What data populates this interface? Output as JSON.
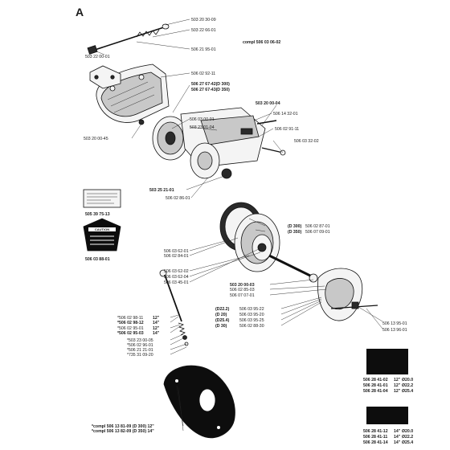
{
  "section_letter": "A",
  "labels": {
    "p1": "503 20 30-09",
    "p2": "503 22 66-01",
    "p3": "506 21 95-01",
    "p4": "503 22 00-01",
    "p5": "compl 506 03 06-02",
    "p6": "506 02 92-11",
    "p7": "506 27 67-42(D 300)",
    "p8": "506 27 67-43(D 350)",
    "p9": "503 20 00-04",
    "p10": "506 14 32-01",
    "p11": "506 03 00-01",
    "p12": "503 23 01-04",
    "p13": "506 02 91-11",
    "p14": "503 20 00-45",
    "p15": "506 03 32-02",
    "p16": "503 25 21-01",
    "p17": "506 02 86-01",
    "p18": "505 39 75-13",
    "p19": "506 03 88-01",
    "p20a": "(D 300)",
    "p20b": "506 02 87-01",
    "p21a": "(D 350)",
    "p21b": "506 07 09-01",
    "p22": "506 03 62-01",
    "p23": "506 02 84-01",
    "p24": "506 03 62-02",
    "p25": "506 03 62-04",
    "p26": "506 03 45-01",
    "p27": "503 20 00-03",
    "p28": "506 02 85-03",
    "p29": "506 07 07-01",
    "p30a": "(D22.2)",
    "p30b": "506 03 95-22",
    "p31a": "(D 20)",
    "p31b": "506 03 95-20",
    "p32a": "(D25.4)",
    "p32b": "506 03 95-25",
    "p33a": "(D 30)",
    "p33b": "506 02 88-30",
    "p34a": "*506 02 98-11",
    "p34b": "12\"",
    "p35a": "*506 02 98-12",
    "p35b": "14\"",
    "p36a": "*506 02 95-01",
    "p36b": "12\"",
    "p37a": "*506 02 95-03",
    "p37b": "14\"",
    "p38": "*503 23 00-05",
    "p39": "*506 02 96-01",
    "p40": "*506 21 21-01",
    "p41": "*735 31 09-20",
    "p42": "506 13 95-01",
    "p43": "506 13 96-01",
    "p44a": "506 28 41-02",
    "p44b": "12\"",
    "p44c": "Ø20.0",
    "p45a": "506 28 41-01",
    "p45b": "12\"",
    "p45c": "Ø22.2",
    "p46a": "506 28 41-04",
    "p46b": "12\"",
    "p46c": "Ø25.4",
    "p47a": "506 28 41-12",
    "p47b": "14\"",
    "p47c": "Ø20.0",
    "p48a": "506 28 41-11",
    "p48b": "14\"",
    "p48c": "Ø22.2",
    "p49a": "506 28 41-14",
    "p49b": "14\"",
    "p49c": "Ø25.4",
    "p50": "*compl 506 13 81-09 (D 300) 12\"",
    "p51": "*compl 506 13 82-09 (D 350) 14\""
  },
  "decal_caution": "CAUTION"
}
